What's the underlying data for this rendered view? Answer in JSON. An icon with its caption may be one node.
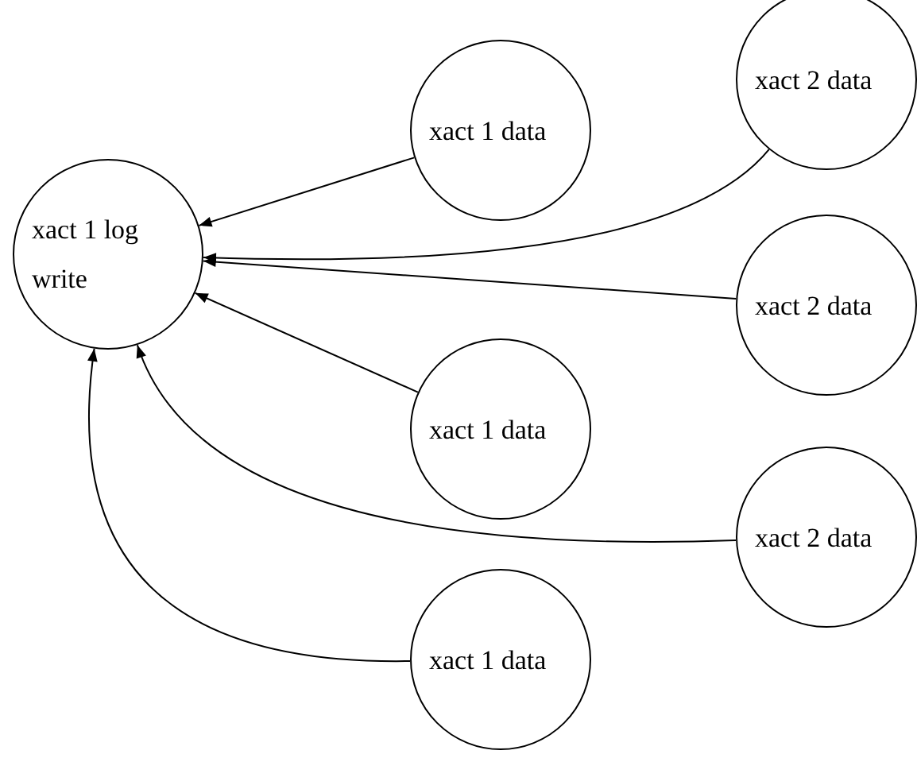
{
  "diagram": {
    "nodes": [
      {
        "text": [
          "xact 1 log write"
        ]
      },
      {
        "text": [
          "xact 1 data"
        ]
      },
      {
        "text": [
          "xact 2 data"
        ]
      },
      {
        "text": [
          "xact 2 data"
        ]
      },
      {
        "text": [
          "xact 1 data"
        ]
      },
      {
        "text": [
          "xact 2 data"
        ]
      },
      {
        "text": [
          "xact 1 data"
        ]
      }
    ],
    "edges": [
      {
        "from": 1,
        "to": 0,
        "arrow": "to"
      },
      {
        "from": 2,
        "to": 0,
        "arrow": "to"
      },
      {
        "from": 3,
        "to": 0,
        "arrow": "to"
      },
      {
        "from": 4,
        "to": 0,
        "arrow": "to"
      },
      {
        "from": 5,
        "to": 0,
        "arrow": "to"
      },
      {
        "from": 6,
        "to": 0,
        "arrow": "to"
      }
    ]
  }
}
